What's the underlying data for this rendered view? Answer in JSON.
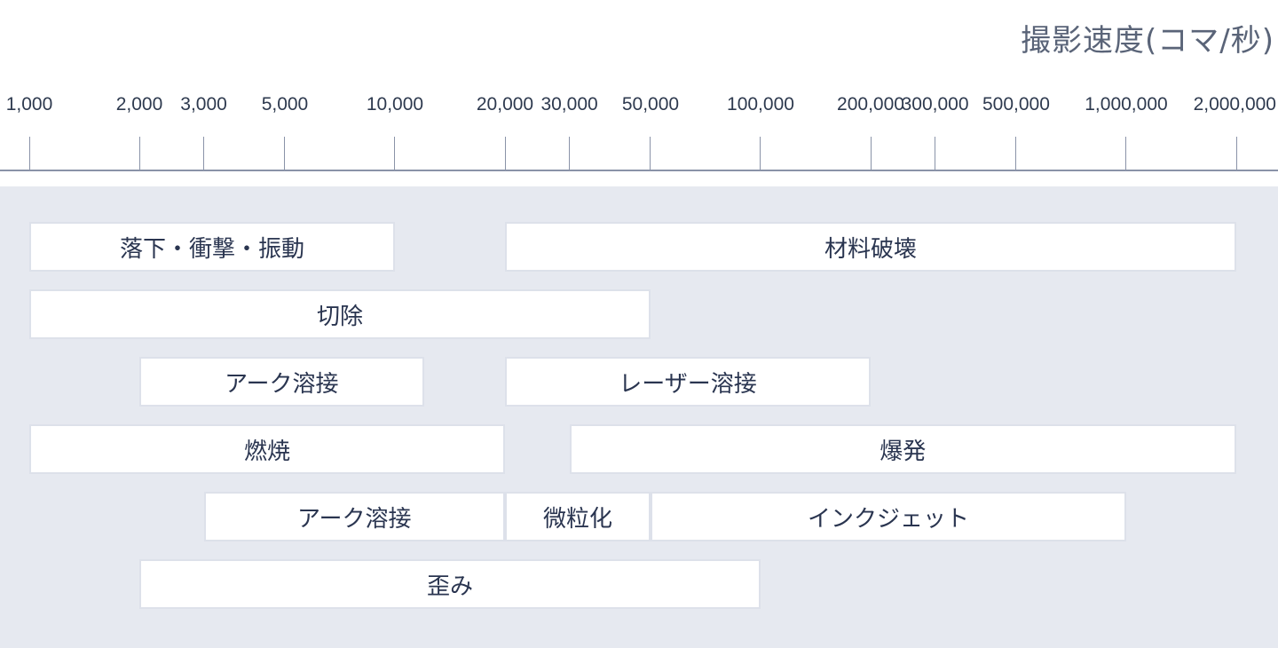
{
  "chart_data": {
    "type": "bar",
    "orientation": "horizontal-range",
    "title": "",
    "xlabel": "撮影速度(コマ/秒)",
    "x_scale": "log",
    "xlim": [
      1000,
      2000000
    ],
    "ticks": [
      {
        "value": 1000,
        "label": "1,000"
      },
      {
        "value": 2000,
        "label": "2,000"
      },
      {
        "value": 3000,
        "label": "3,000"
      },
      {
        "value": 5000,
        "label": "5,000"
      },
      {
        "value": 10000,
        "label": "10,000"
      },
      {
        "value": 20000,
        "label": "20,000"
      },
      {
        "value": 30000,
        "label": "30,000"
      },
      {
        "value": 50000,
        "label": "50,000"
      },
      {
        "value": 100000,
        "label": "100,000"
      },
      {
        "value": 200000,
        "label": "200,000"
      },
      {
        "value": 300000,
        "label": "300,000"
      },
      {
        "value": 500000,
        "label": "500,000"
      },
      {
        "value": 1000000,
        "label": "1,000,000"
      },
      {
        "value": 2000000,
        "label": "2,000,000"
      }
    ],
    "bars": [
      {
        "label": "落下・衝撃・振動",
        "row": 1,
        "start": 1000,
        "end": 10000
      },
      {
        "label": "材料破壊",
        "row": 1,
        "start": 20000,
        "end": 2000000
      },
      {
        "label": "切除",
        "row": 2,
        "start": 1000,
        "end": 50000
      },
      {
        "label": "アーク溶接",
        "row": 3,
        "start": 2000,
        "end": 12000
      },
      {
        "label": "レーザー溶接",
        "row": 3,
        "start": 20000,
        "end": 200000
      },
      {
        "label": "燃焼",
        "row": 4,
        "start": 1000,
        "end": 20000
      },
      {
        "label": "爆発",
        "row": 4,
        "start": 30000,
        "end": 2000000
      },
      {
        "label": "アーク溶接",
        "row": 5,
        "start": 3000,
        "end": 20000
      },
      {
        "label": "微粒化",
        "row": 5,
        "start": 20000,
        "end": 50000
      },
      {
        "label": "インクジェット",
        "row": 5,
        "start": 50000,
        "end": 1000000
      },
      {
        "label": "歪み",
        "row": 6,
        "start": 2000,
        "end": 100000
      }
    ],
    "grid": false,
    "legend": "none"
  },
  "colors": {
    "panel": "#e6e9f0",
    "bar_fill": "#ffffff",
    "bar_border": "#dde1ea",
    "text": "#2a3550",
    "axis": "#8a93a8"
  }
}
